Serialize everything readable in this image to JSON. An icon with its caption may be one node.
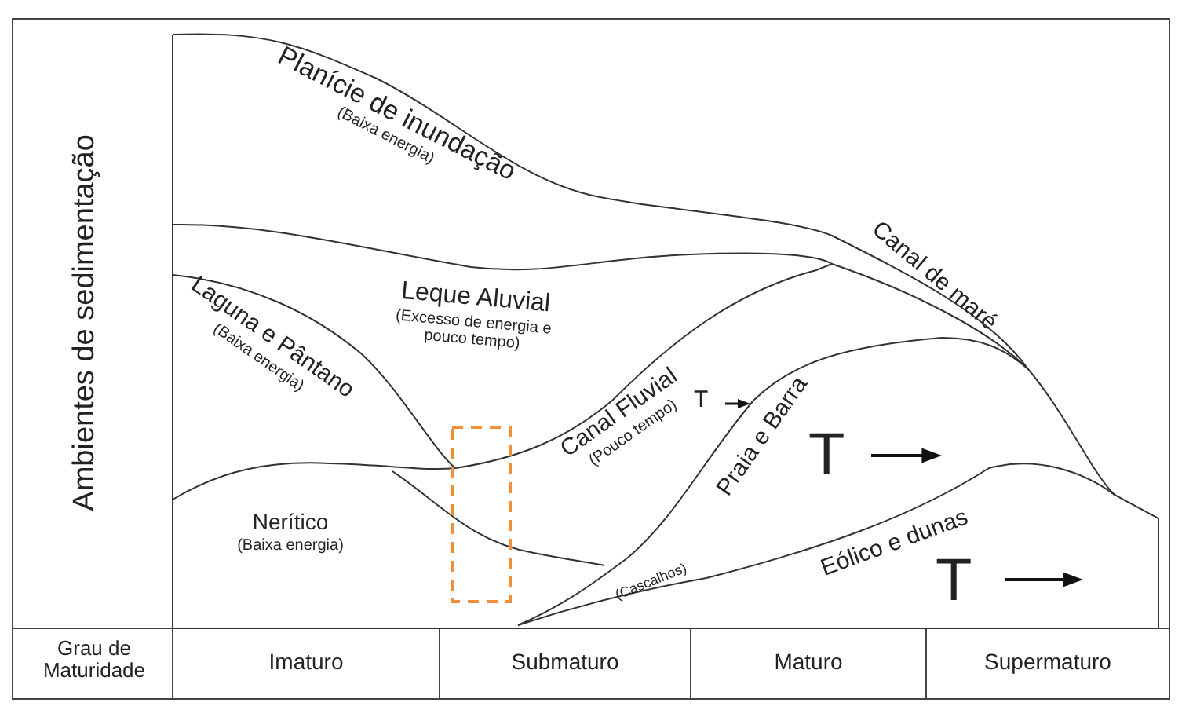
{
  "diagram": {
    "nodes": [
      {
        "text": [
          "Planície de inundação",
          "(Baixa energia)"
        ]
      },
      {
        "text": [
          "Canal de maré"
        ]
      },
      {
        "text": [
          "Leque Aluvial",
          "(Excesso de energia e pouco tempo)"
        ]
      },
      {
        "text": [
          "Laguna e Pântano",
          "(Baixa energia)"
        ]
      },
      {
        "text": [
          "Canal Fluvial",
          "(Pouco tempo)"
        ]
      },
      {
        "text": [
          "Praia e Barra"
        ]
      },
      {
        "text": [
          "Nerítico",
          "(Baixa energia)"
        ]
      },
      {
        "text": [
          "Eólico e dunas"
        ]
      }
    ],
    "labels": [
      "Ambientes de sedimentação",
      "T",
      "T",
      "(Cascalhos)",
      "T",
      "Grau de Maturidade",
      "Imaturo",
      "Submaturo",
      "Maturo",
      "Supermaturo"
    ]
  }
}
